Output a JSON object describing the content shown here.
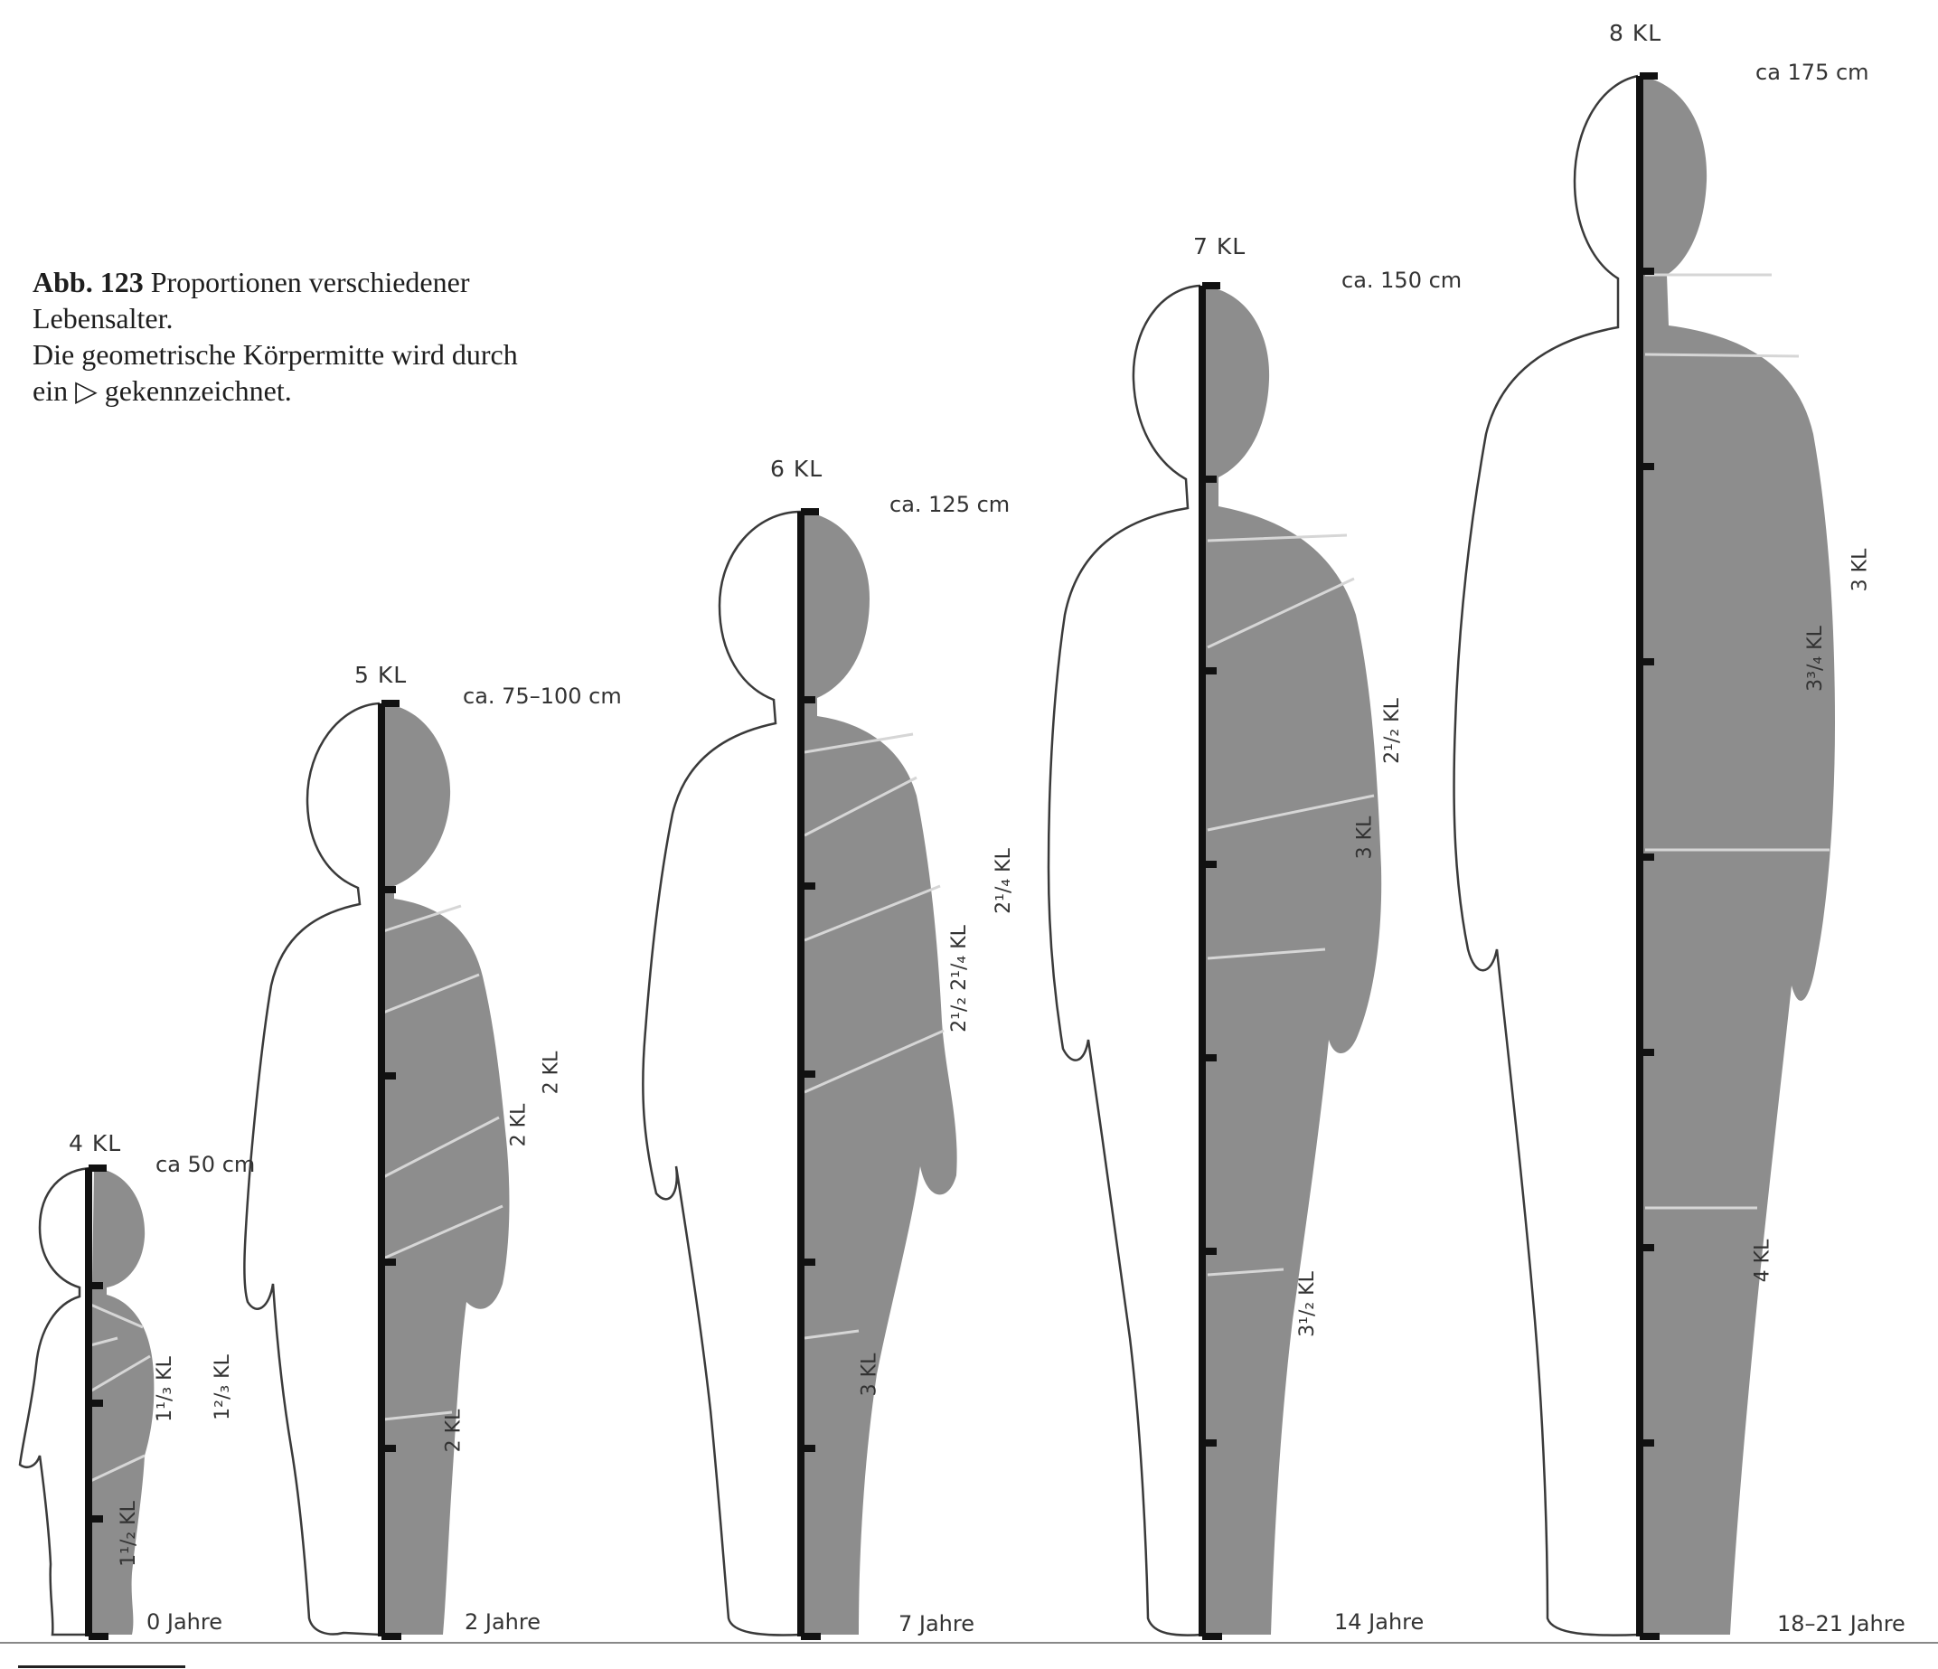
{
  "caption": {
    "figure_number": "Abb. 123",
    "lines": [
      "Proportionen verschiedener",
      "Lebensalter.",
      "Die geometrische Körpermitte wird durch",
      "ein ▷ gekennzeichnet."
    ]
  },
  "colors": {
    "body_fill": "#8d8d8d",
    "outline": "#3a3a3a",
    "scale_bar": "#111111",
    "segment_line": "#d6d6d6"
  },
  "figures": [
    {
      "id": "newborn",
      "head_count": "4 KL",
      "height": "ca 50 cm",
      "age": "0 Jahre",
      "segments": [
        "1¹/₂ KL",
        "1¹/₃ KL",
        "1²/₃ KL"
      ]
    },
    {
      "id": "toddler",
      "head_count": "5 KL",
      "height": "ca. 75–100 cm",
      "age": "2 Jahre",
      "segments": [
        "2 KL",
        "2 KL",
        "2 KL"
      ]
    },
    {
      "id": "child",
      "head_count": "6 KL",
      "height": "ca. 125 cm",
      "age": "7 Jahre",
      "segments": [
        "2¹/₄ KL",
        "2¹/₂ 2¹/₄ KL",
        "3 KL"
      ]
    },
    {
      "id": "adolescent",
      "head_count": "7 KL",
      "height": "ca. 150 cm",
      "age": "14 Jahre",
      "segments": [
        "2¹/₂ KL",
        "3 KL",
        "3¹/₂ KL"
      ]
    },
    {
      "id": "adult",
      "head_count": "8 KL",
      "height": "ca 175 cm",
      "age": "18–21 Jahre",
      "segments": [
        "3 KL",
        "3³/₄ KL",
        "4 KL"
      ]
    }
  ]
}
